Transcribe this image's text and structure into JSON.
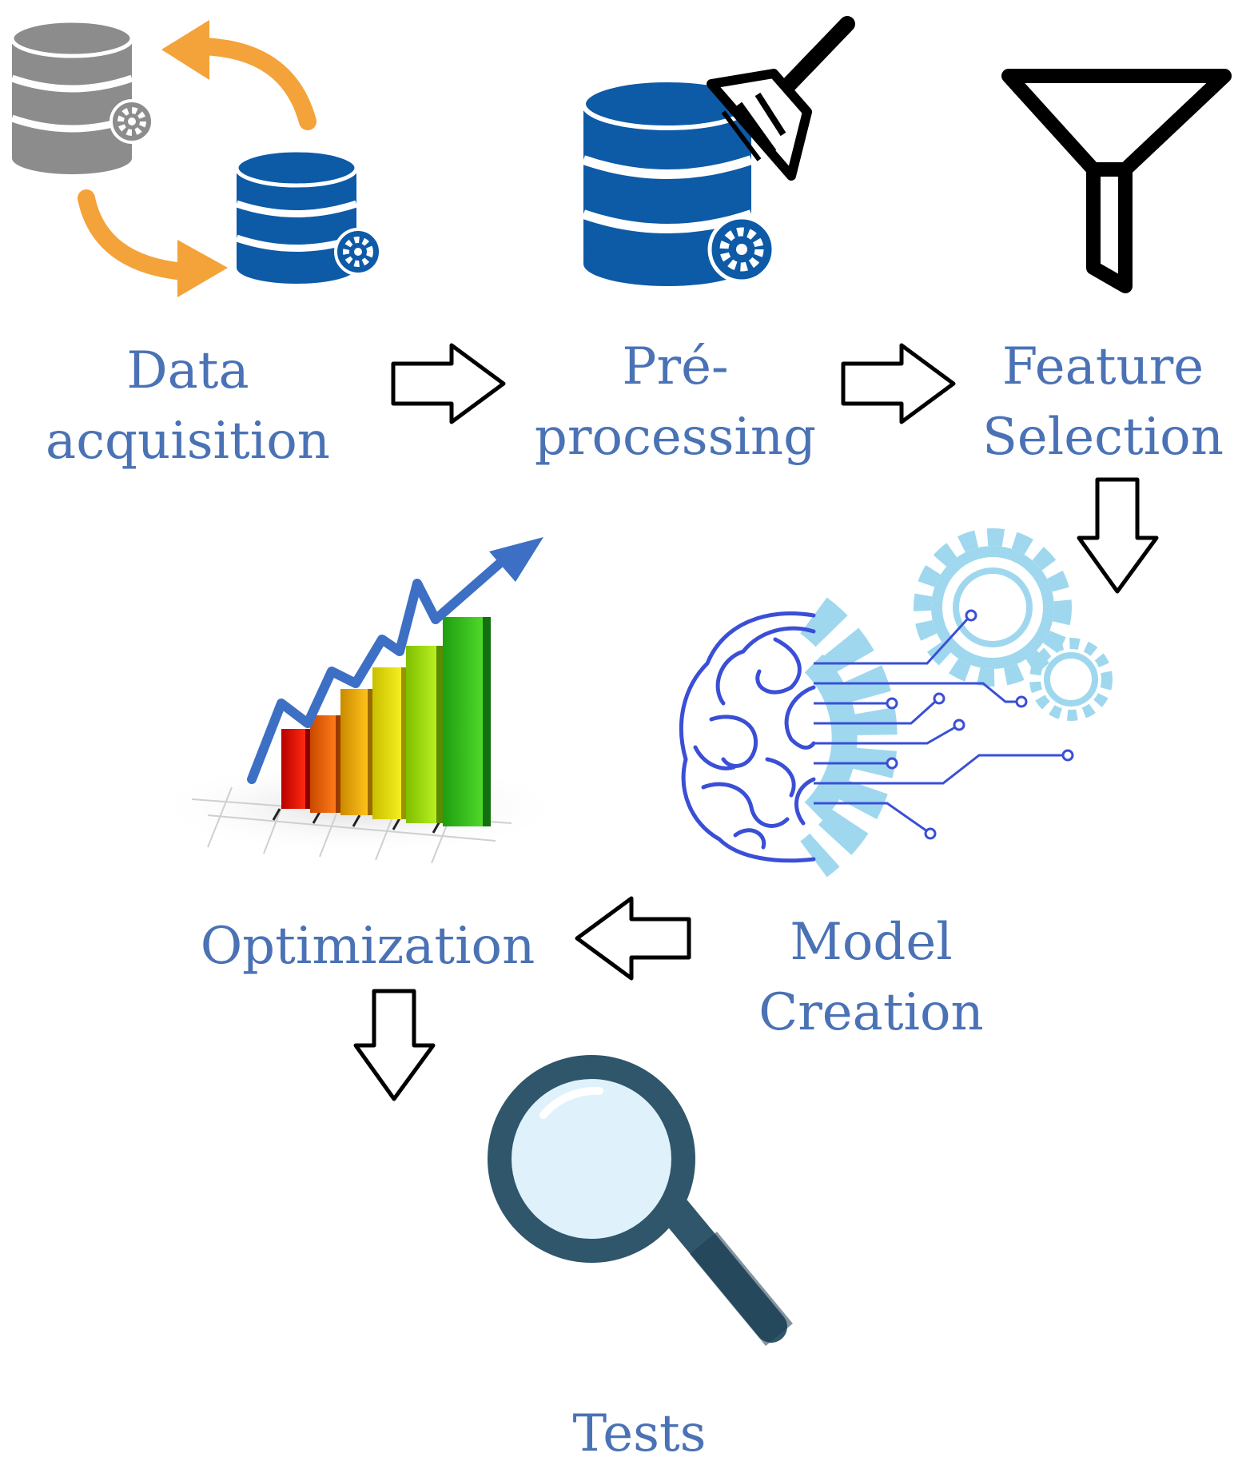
{
  "colors": {
    "label": "#4a72b5",
    "db_gray": "#8c8c8c",
    "db_blue": "#0d5aa7",
    "arrow_orange": "#f4a23a",
    "outline": "#000000",
    "brain": "#3a4fd6",
    "gear_light": "#9fd8ee",
    "magnifier": "#2f566b",
    "lens": "#dff1fa",
    "trend": "#3d6fc4"
  },
  "steps": {
    "data_acquisition": {
      "line1": "Data",
      "line2": "acquisition",
      "icon": "database-sync-icon"
    },
    "preprocessing": {
      "line1": "Pré-",
      "line2": "processing",
      "icon": "database-broom-icon"
    },
    "feature_selection": {
      "line1": "Feature",
      "line2": "Selection",
      "icon": "funnel-icon"
    },
    "model_creation": {
      "line1": "Model",
      "line2": "Creation",
      "icon": "brain-gears-icon"
    },
    "optimization": {
      "line1": "Optimization",
      "icon": "growth-chart-icon"
    },
    "tests": {
      "line1": "Tests",
      "icon": "magnifier-icon"
    }
  },
  "flow": [
    "data_acquisition",
    "preprocessing",
    "feature_selection",
    "model_creation",
    "optimization",
    "tests"
  ]
}
